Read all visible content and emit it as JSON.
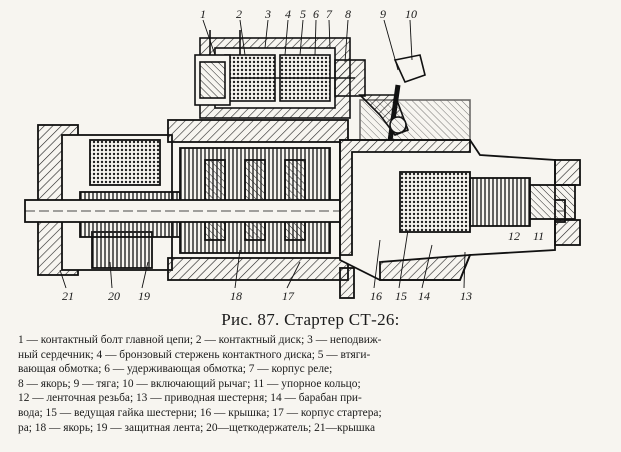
{
  "figure": {
    "callouts": [
      "1",
      "2",
      "3",
      "4",
      "5",
      "6",
      "7",
      "8",
      "9",
      "10",
      "11",
      "12",
      "13",
      "14",
      "15",
      "16",
      "17",
      "18",
      "19",
      "20",
      "21"
    ]
  },
  "caption": "Рис. 87. Стартер СТ-26:",
  "legend_lines": [
    "1 — контактный болт главной цепи; 2 — контактный диск; 3 — неподвиж-",
    "ный сердечник; 4 — бронзовый стержень контактного диска; 5 — втяги-",
    "вающая обмотка; 6 — удерживающая обмотка; 7 — корпус реле;",
    "8 — якорь; 9 — тяга; 10 — включающий рычаг; 11 — упорное кольцо;",
    "12 — ленточная резьба; 13 — приводная шестерня; 14 — барабан при-",
    "вода; 15 — ведущая гайка шестерни; 16 — крышка; 17 — корпус стартера;",
    "ра; 18 — якорь; 19 — защитная лента; 20—щеткодержатель; 21—крышка"
  ]
}
